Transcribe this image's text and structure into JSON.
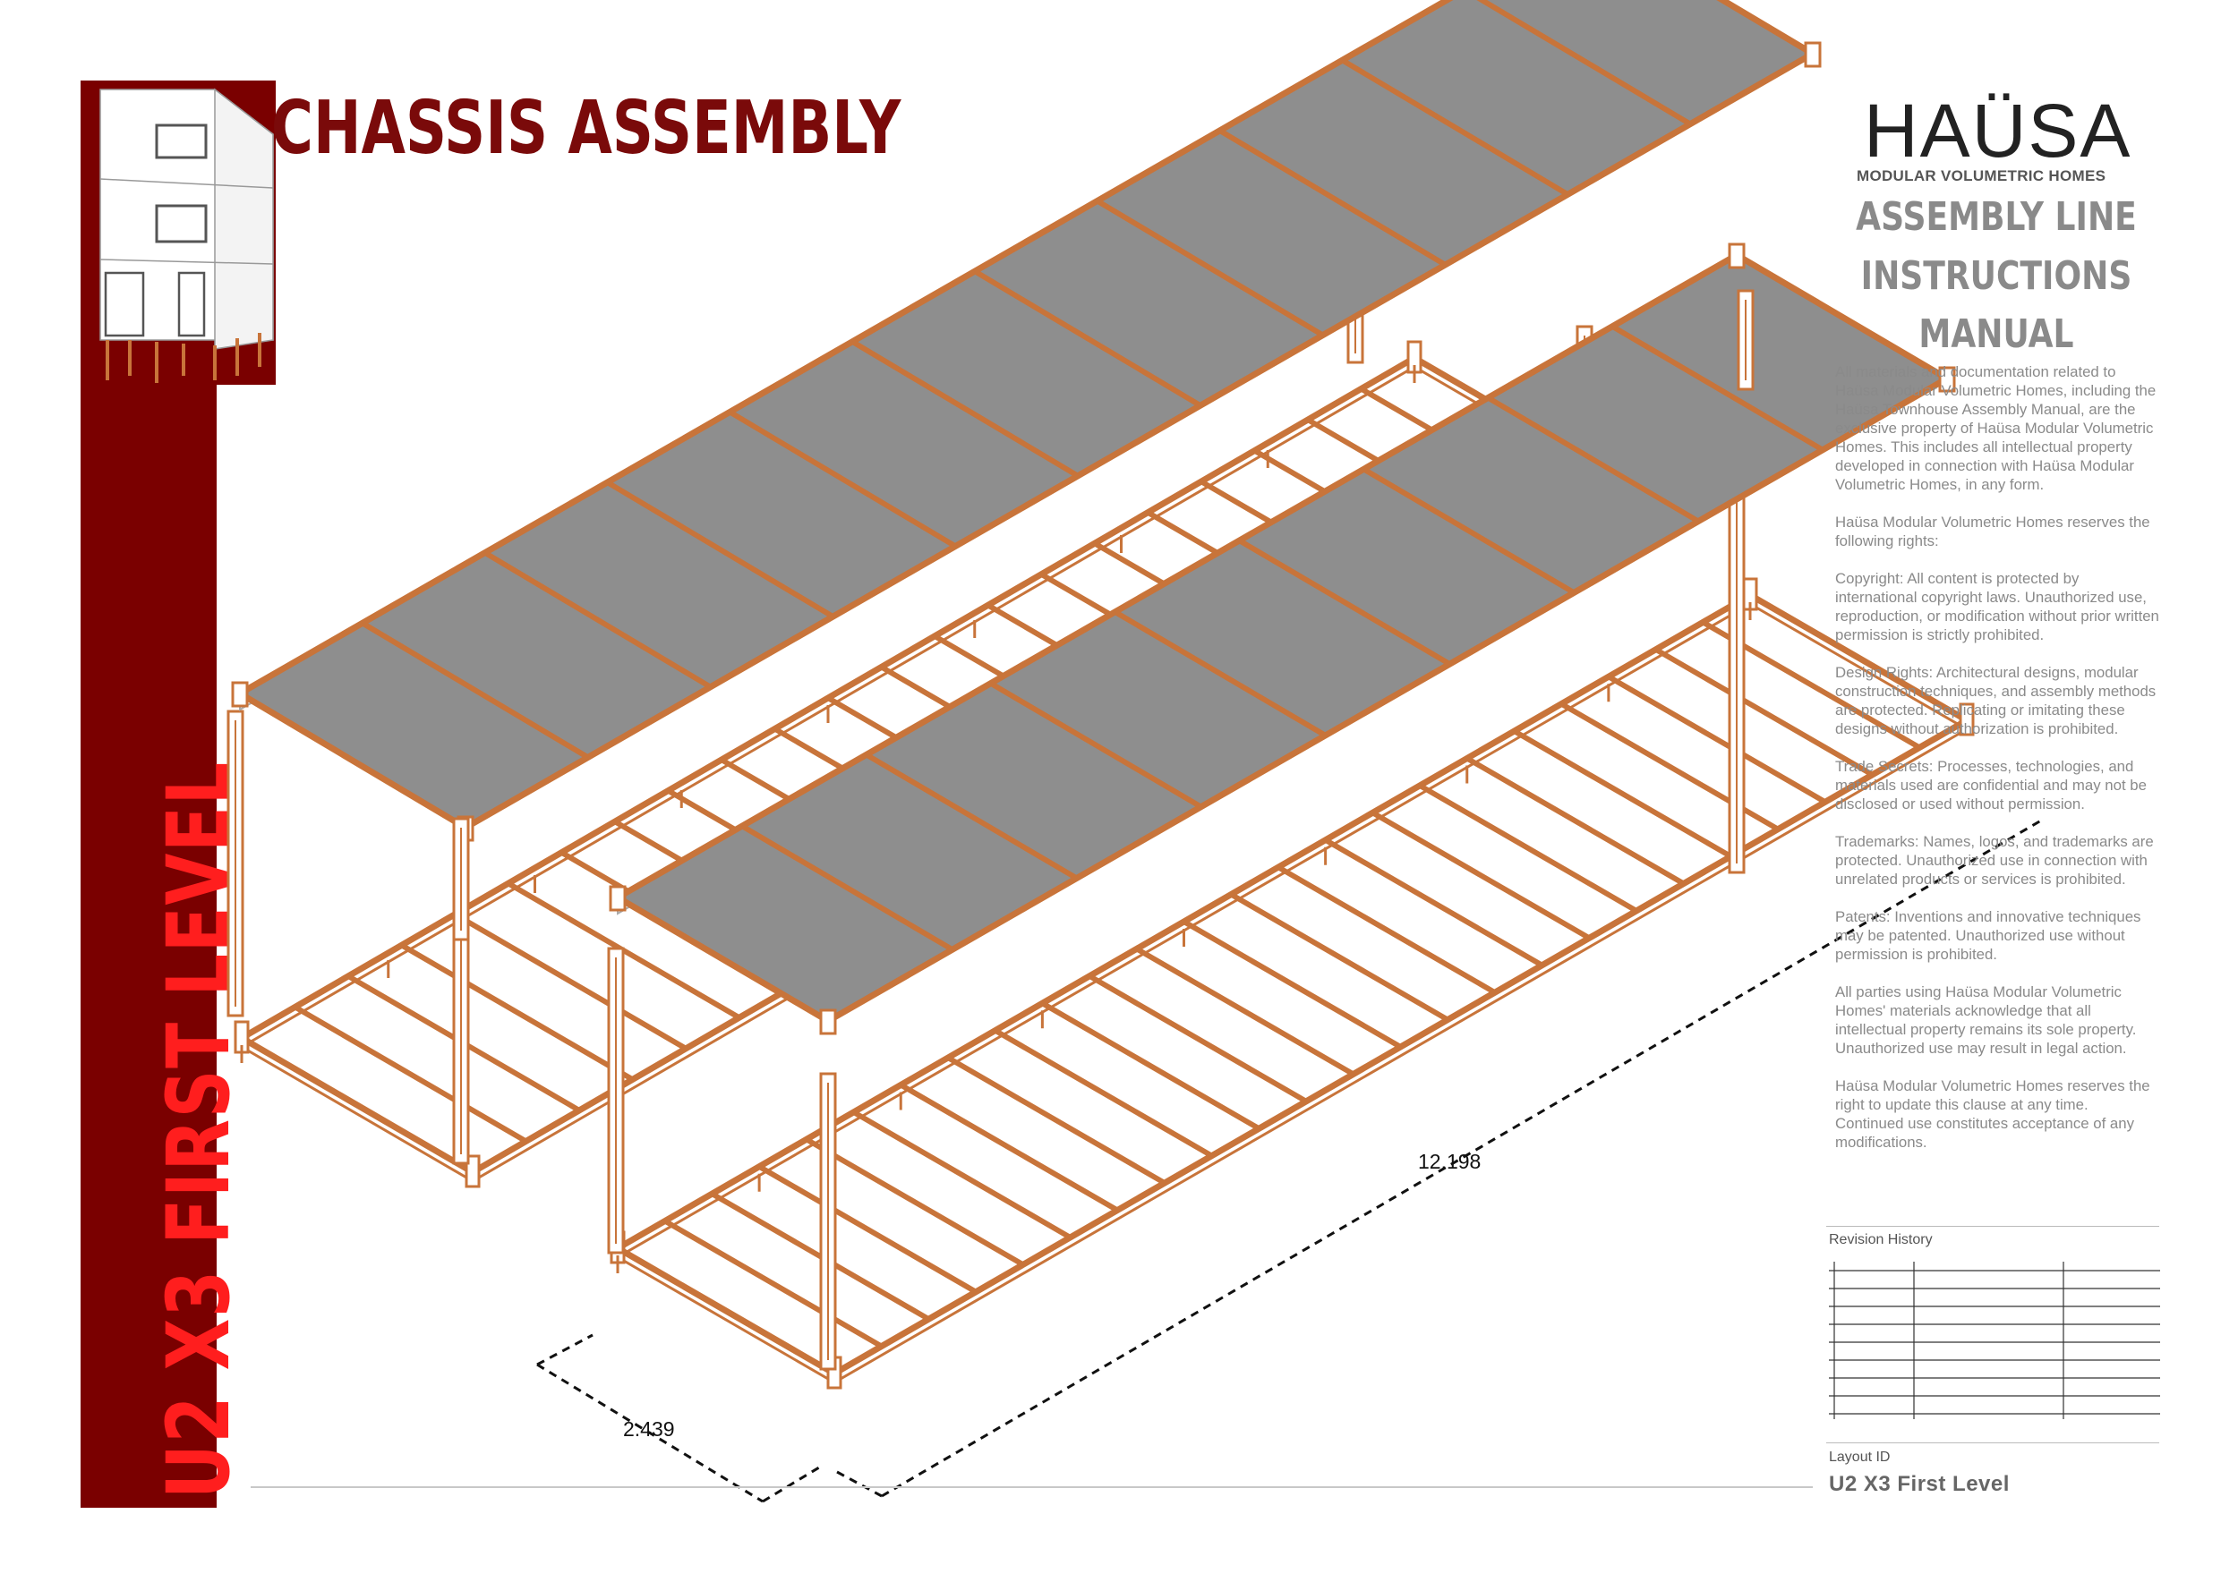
{
  "header": {
    "title": "CHASSIS ASSEMBLY",
    "side_title": "U2 X3 FIRST LEVEL"
  },
  "brand": {
    "name": "HAÜSA",
    "tagline": "MODULAR VOLUMETRIC HOMES",
    "manual_title": [
      "ASSEMBLY LINE",
      "INSTRUCTIONS",
      "MANUAL"
    ]
  },
  "legal": {
    "paragraphs": [
      "All materials and documentation related to Haüsa Modular Volumetric Homes, including the Haüsa Townhouse Assembly Manual, are the exclusive property of Haüsa Modular Volumetric Homes. This includes all intellectual property developed in connection with Haüsa Modular Volumetric Homes, in any form.",
      "Haüsa Modular Volumetric Homes reserves the following rights:",
      "Copyright: All content is protected by international copyright laws. Unauthorized use, reproduction, or modification without prior written permission is strictly prohibited.",
      "Design Rights: Architectural designs, modular construction techniques, and assembly methods are protected. Replicating or imitating these designs without authorization is prohibited.",
      "Trade Secrets: Processes, technologies, and materials used are confidential and may not be disclosed or used without permission.",
      "Trademarks: Names, logos, and trademarks are protected. Unauthorized use in connection with unrelated products or services is prohibited.",
      "Patents: Inventions and innovative techniques may be patented. Unauthorized use without permission is prohibited.",
      "All parties using Haüsa Modular Volumetric Homes' materials acknowledge that all intellectual property remains its sole property. Unauthorized use may result in legal action.",
      "Haüsa Modular Volumetric Homes reserves the right to update this clause at any time. Continued use constitutes acceptance of any modifications."
    ]
  },
  "revision": {
    "title": "Revision History"
  },
  "layout": {
    "label": "Layout ID",
    "value": "U2 X3 First Level"
  },
  "dimensions": {
    "width": "2.439",
    "length": "12.198"
  },
  "colors": {
    "band": "#7a0000",
    "side_title": "#ff1e1e",
    "title": "#7a0a0a",
    "frame": "#c8743a",
    "panel": "#8e8e8e"
  }
}
